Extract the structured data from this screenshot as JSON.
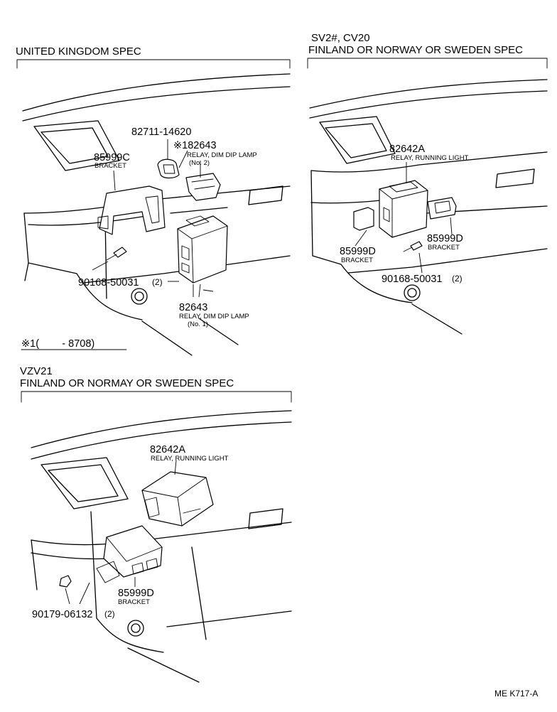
{
  "panels": [
    {
      "title": "UNITED KINGDOM SPEC",
      "callouts": [
        {
          "part": "82711-14620",
          "desc": ""
        },
        {
          "part": "85999C",
          "desc": "BRACKET"
        },
        {
          "part": "※182643",
          "desc": "RELAY, DIM DIP LAMP",
          "desc2": "(No. 2)"
        },
        {
          "part": "90168-50031",
          "qty": "(2)"
        },
        {
          "part": "82643",
          "desc": "RELAY, DIM DIP LAMP",
          "desc2": "(No. 1)"
        }
      ],
      "footnote": "※1(        - 8708)"
    },
    {
      "title_line1": "SV2#, CV20",
      "title_line2": "FINLAND OR NORWAY OR SWEDEN SPEC",
      "callouts": [
        {
          "part": "82642A",
          "desc": "RELAY, RUNNING LIGHT"
        },
        {
          "part": "85999D",
          "desc": "BRACKET"
        },
        {
          "part": "85999D",
          "desc": "BRACKET"
        },
        {
          "part": "90168-50031",
          "qty": "(2)"
        }
      ]
    },
    {
      "title_line1": "VZV21",
      "title_line2": "FINLAND OR NORMAY OR SWEDEN SPEC",
      "callouts": [
        {
          "part": "82642A",
          "desc": "RELAY, RUNNING LIGHT"
        },
        {
          "part": "85999D",
          "desc": "BRACKET"
        },
        {
          "part": "90179-06132",
          "qty": "(2)"
        }
      ]
    }
  ],
  "reference": "ME K717-A"
}
